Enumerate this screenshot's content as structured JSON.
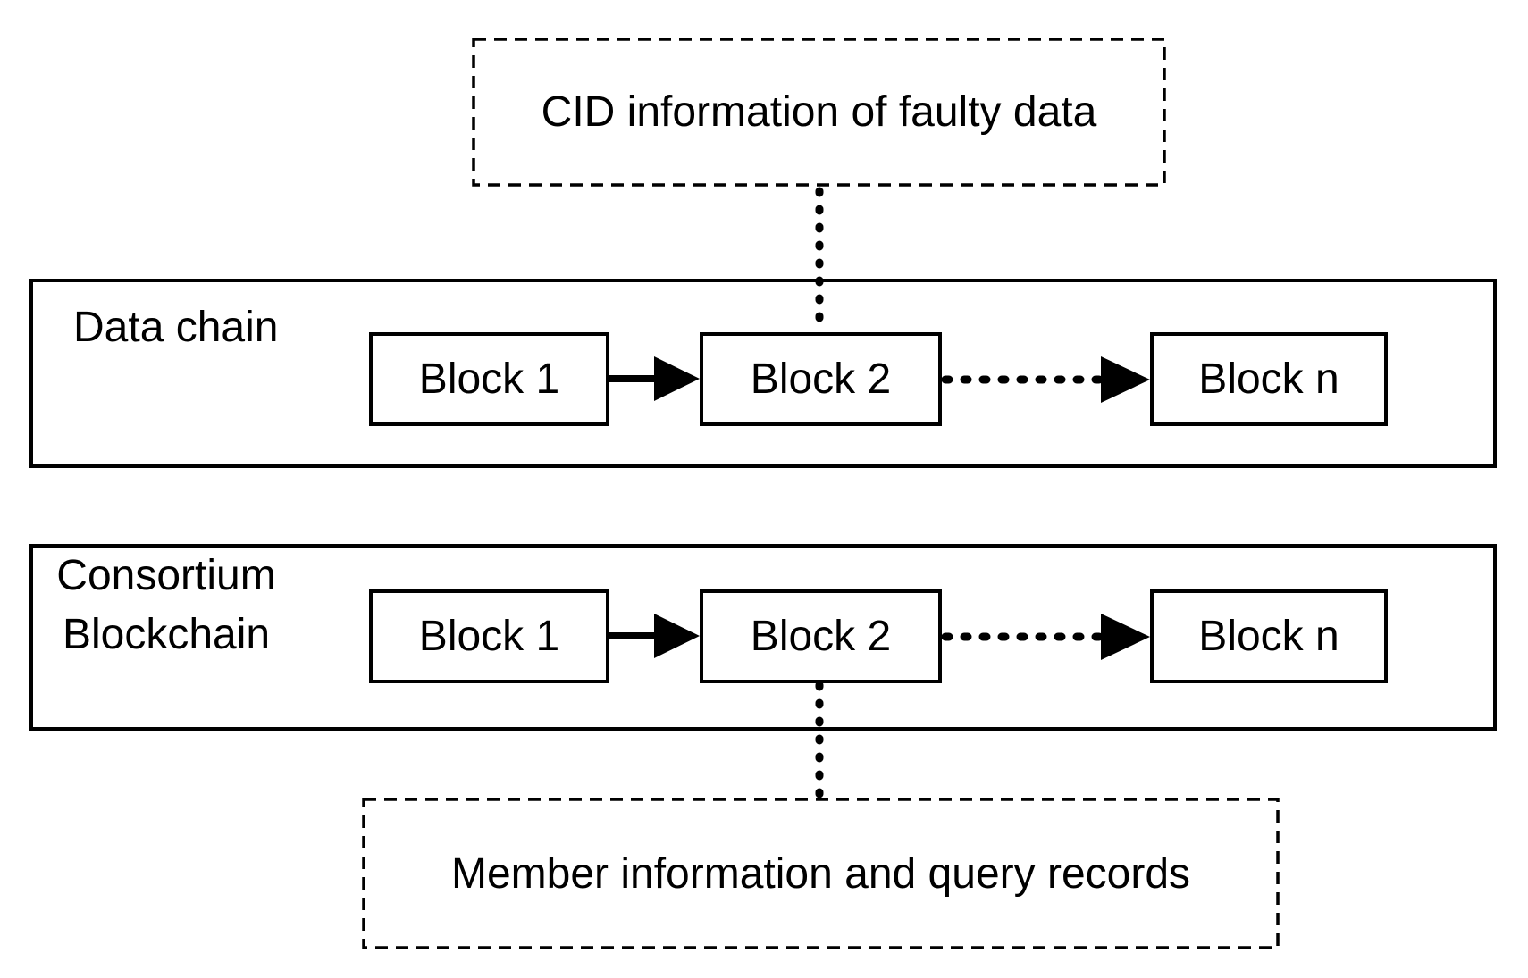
{
  "page": {
    "background_color": "#ffffff",
    "stroke_color": "#000000"
  },
  "top_note": {
    "label": "CID information of faulty data"
  },
  "data_chain": {
    "label": "Data chain",
    "blocks": [
      {
        "label": "Block 1"
      },
      {
        "label": "Block 2"
      },
      {
        "label": "Block n"
      }
    ]
  },
  "consortium_chain": {
    "label_line1": "Consortium",
    "label_line2": "Blockchain",
    "blocks": [
      {
        "label": "Block 1"
      },
      {
        "label": "Block 2"
      },
      {
        "label": "Block n"
      }
    ]
  },
  "bottom_note": {
    "label": "Member information and query records"
  }
}
